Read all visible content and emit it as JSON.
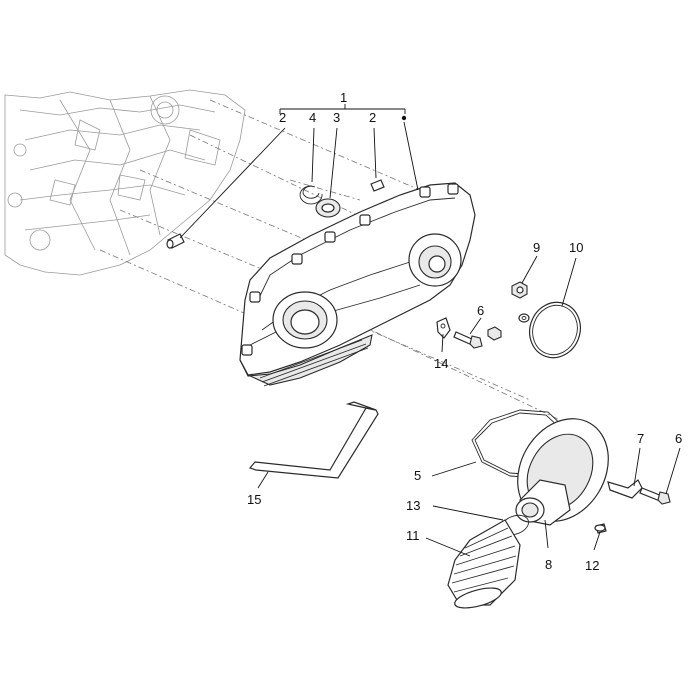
{
  "diagram": {
    "callouts": [
      {
        "id": "1",
        "label": "1"
      },
      {
        "id": "2a",
        "label": "2"
      },
      {
        "id": "4",
        "label": "4"
      },
      {
        "id": "3",
        "label": "3"
      },
      {
        "id": "2b",
        "label": "2"
      },
      {
        "id": "9",
        "label": "9"
      },
      {
        "id": "10",
        "label": "10"
      },
      {
        "id": "6a",
        "label": "6"
      },
      {
        "id": "14",
        "label": "14"
      },
      {
        "id": "7",
        "label": "7"
      },
      {
        "id": "6b",
        "label": "6"
      },
      {
        "id": "5",
        "label": "5"
      },
      {
        "id": "15",
        "label": "15"
      },
      {
        "id": "13",
        "label": "13"
      },
      {
        "id": "11",
        "label": "11"
      },
      {
        "id": "8",
        "label": "8"
      },
      {
        "id": "12",
        "label": "12"
      }
    ]
  }
}
